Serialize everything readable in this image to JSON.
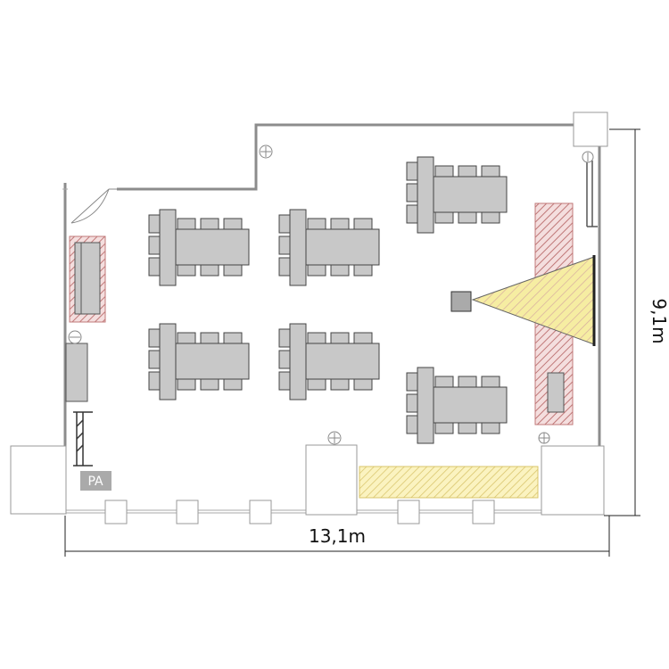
{
  "dimensions": {
    "width_label": "13,1m",
    "height_label": "9,1m"
  },
  "labels": {
    "pa": "PA"
  },
  "colors": {
    "wall": "#8c8c8c",
    "table": "#c8c8c8",
    "outline": "#444444",
    "stage_hatch": "#c07878",
    "projection": "#f6eda2",
    "pa_box": "#aaaaaa"
  },
  "icons": {
    "screen": "projector-screen-icon",
    "projector": "projector-icon",
    "lights": "ceiling-light-icon",
    "door": "door-swing-icon"
  }
}
